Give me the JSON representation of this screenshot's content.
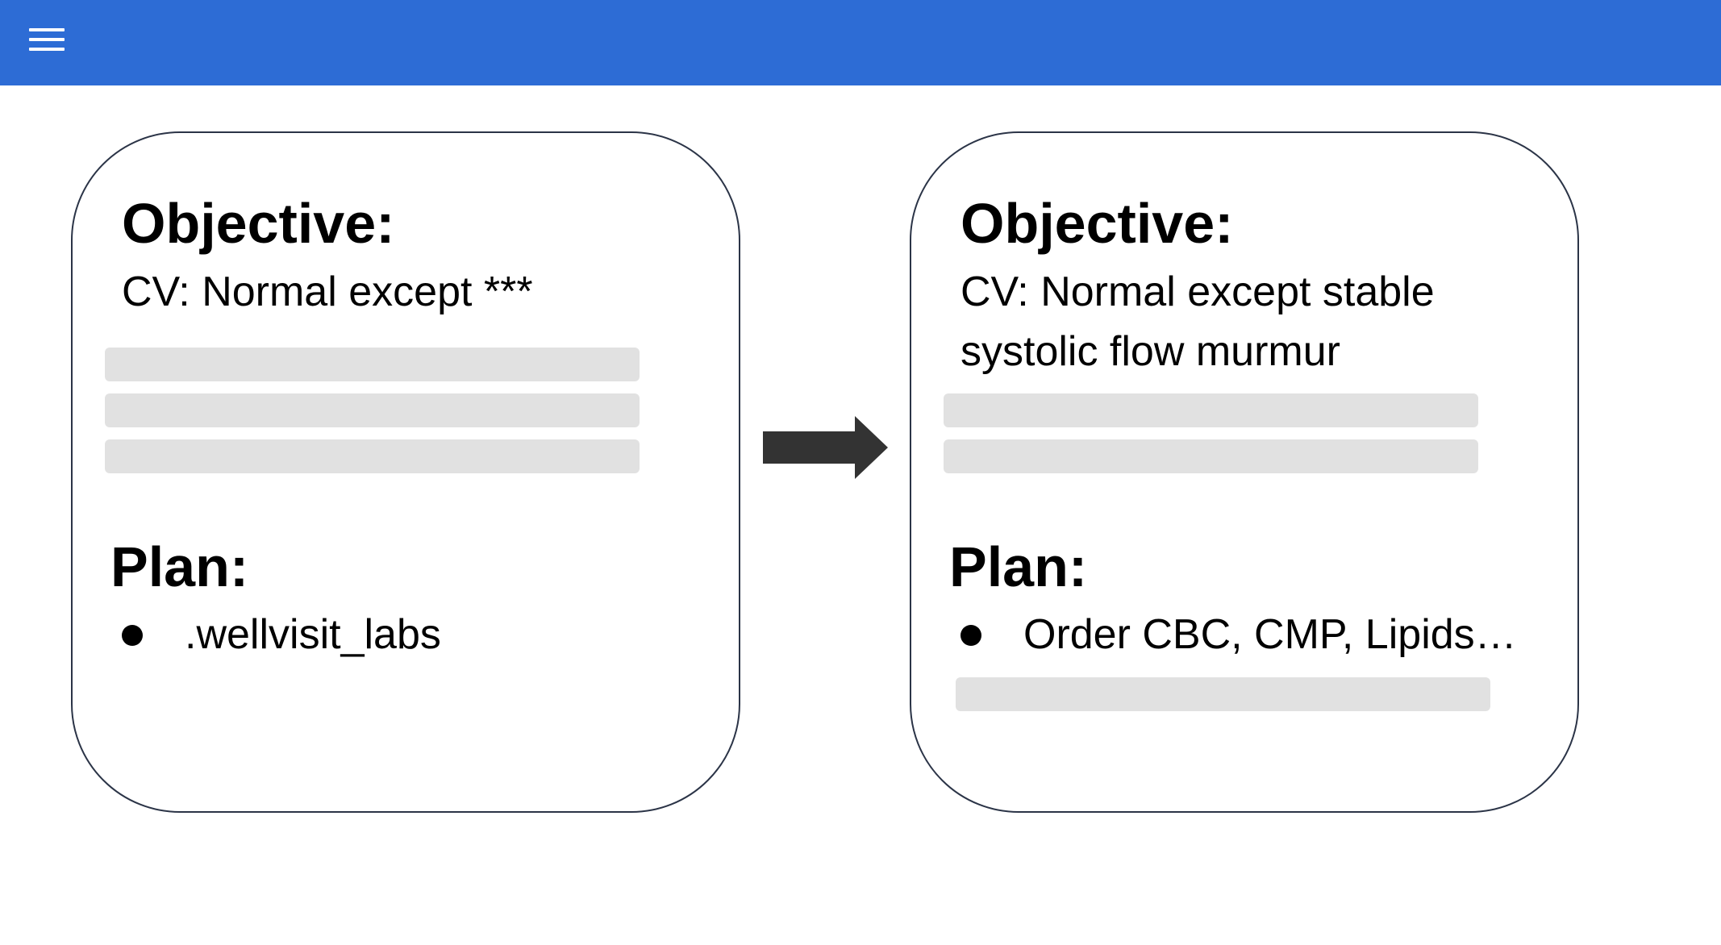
{
  "toolbar": {
    "menu_icon": "hamburger-menu-icon",
    "color": "#2d6cd5"
  },
  "before_card": {
    "objective_heading": "Objective:",
    "objective_text": "CV: Normal except ***",
    "plan_heading": "Plan:",
    "plan_items": [
      ".wellvisit_labs"
    ]
  },
  "transition_icon": "right-arrow-icon",
  "after_card": {
    "objective_heading": "Objective:",
    "objective_text_lines": [
      "CV: Normal except stable",
      "systolic flow murmur"
    ],
    "plan_heading": "Plan:",
    "plan_items": [
      "Order CBC, CMP, Lipids…"
    ]
  }
}
